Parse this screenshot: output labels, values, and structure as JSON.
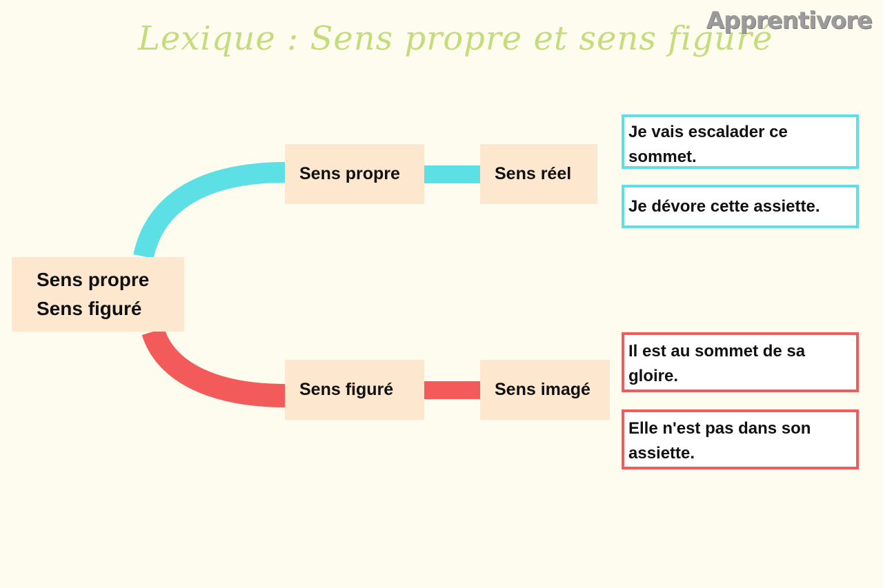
{
  "title": "Lexique : Sens propre et sens figuré",
  "logo": "Apprentivore",
  "root": {
    "line1": "Sens propre",
    "line2": "Sens figuré"
  },
  "branches": {
    "propre": {
      "label": "Sens propre",
      "meaning": "Sens réel",
      "color": "#5ddfe6"
    },
    "figure": {
      "label": "Sens figuré",
      "meaning": "Sens imagé",
      "color": "#f35b5b"
    }
  },
  "examples": {
    "propre": [
      "Je vais escalader ce sommet.",
      "Je dévore cette assiette."
    ],
    "figure": [
      "Il est au sommet de sa gloire.",
      "Elle n'est pas dans son assiette."
    ]
  },
  "colors": {
    "background": "#fdfcef",
    "node": "#fde8cf",
    "title": "#c4dc7a"
  }
}
